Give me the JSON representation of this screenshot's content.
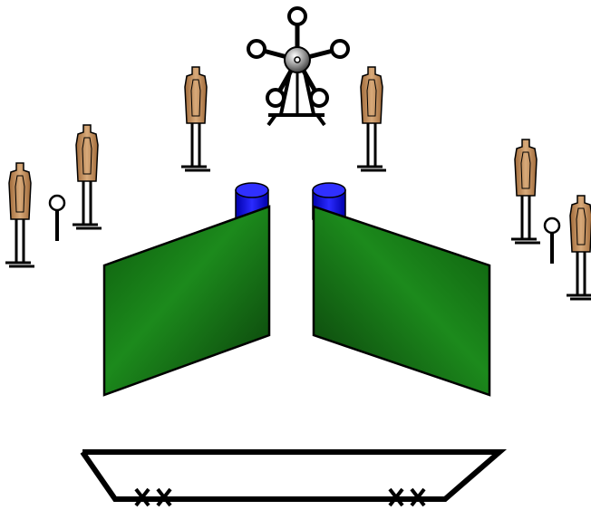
{
  "diagram": {
    "elements": {
      "metal_targets": 2,
      "paper_targets": 6,
      "barrels": 2,
      "walls": 2,
      "popper": 1,
      "shooting_box_marks": 4
    },
    "colors": {
      "background": "#ffffff",
      "outline": "#000000",
      "wall_dark": "#0b3d0b",
      "wall_light": "#1a7a1a",
      "barrel": "#1a1aff",
      "target_tan": "#c89a6a",
      "spinner_steel": "#9a9a9a"
    }
  }
}
